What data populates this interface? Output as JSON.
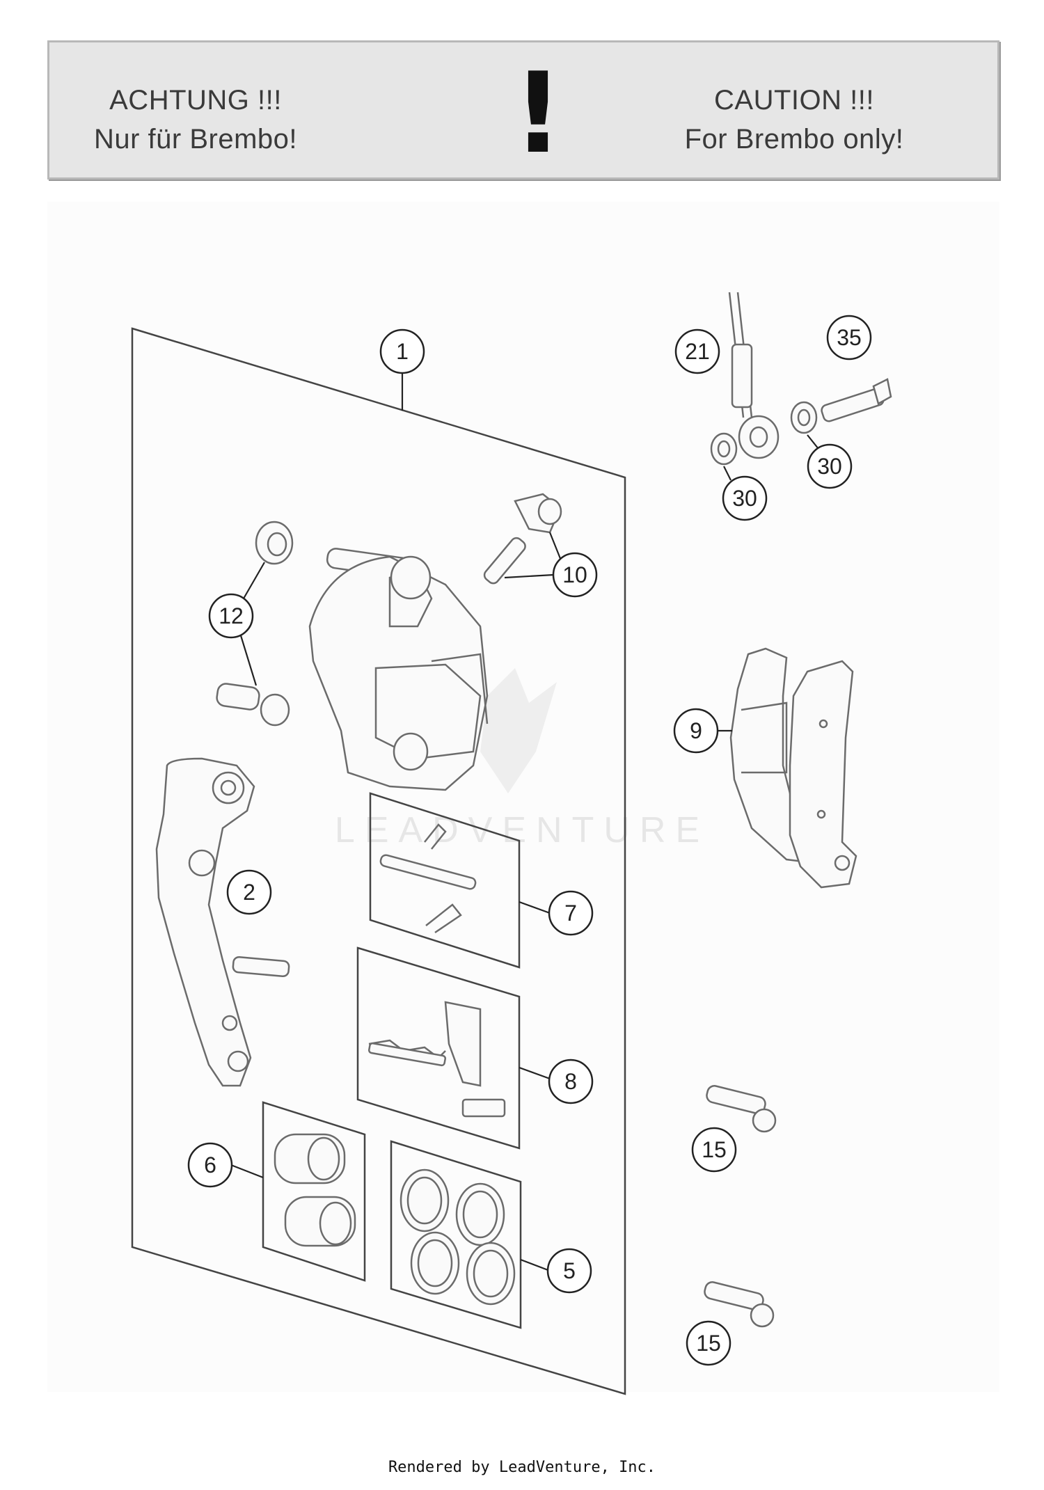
{
  "banner": {
    "left_line1": "ACHTUNG !!!",
    "left_line2": "Nur für Brembo!",
    "symbol": "!",
    "right_line1": "CAUTION !!!",
    "right_line2": "For Brembo only!"
  },
  "callouts": {
    "c1": "1",
    "c2": "2",
    "c5": "5",
    "c6": "6",
    "c7": "7",
    "c8": "8",
    "c9": "9",
    "c10": "10",
    "c12": "12",
    "c15a": "15",
    "c15b": "15",
    "c21": "21",
    "c30a": "30",
    "c30b": "30",
    "c35": "35"
  },
  "watermark": "LEADVENTURE",
  "footer": "Rendered by LeadVenture, Inc."
}
